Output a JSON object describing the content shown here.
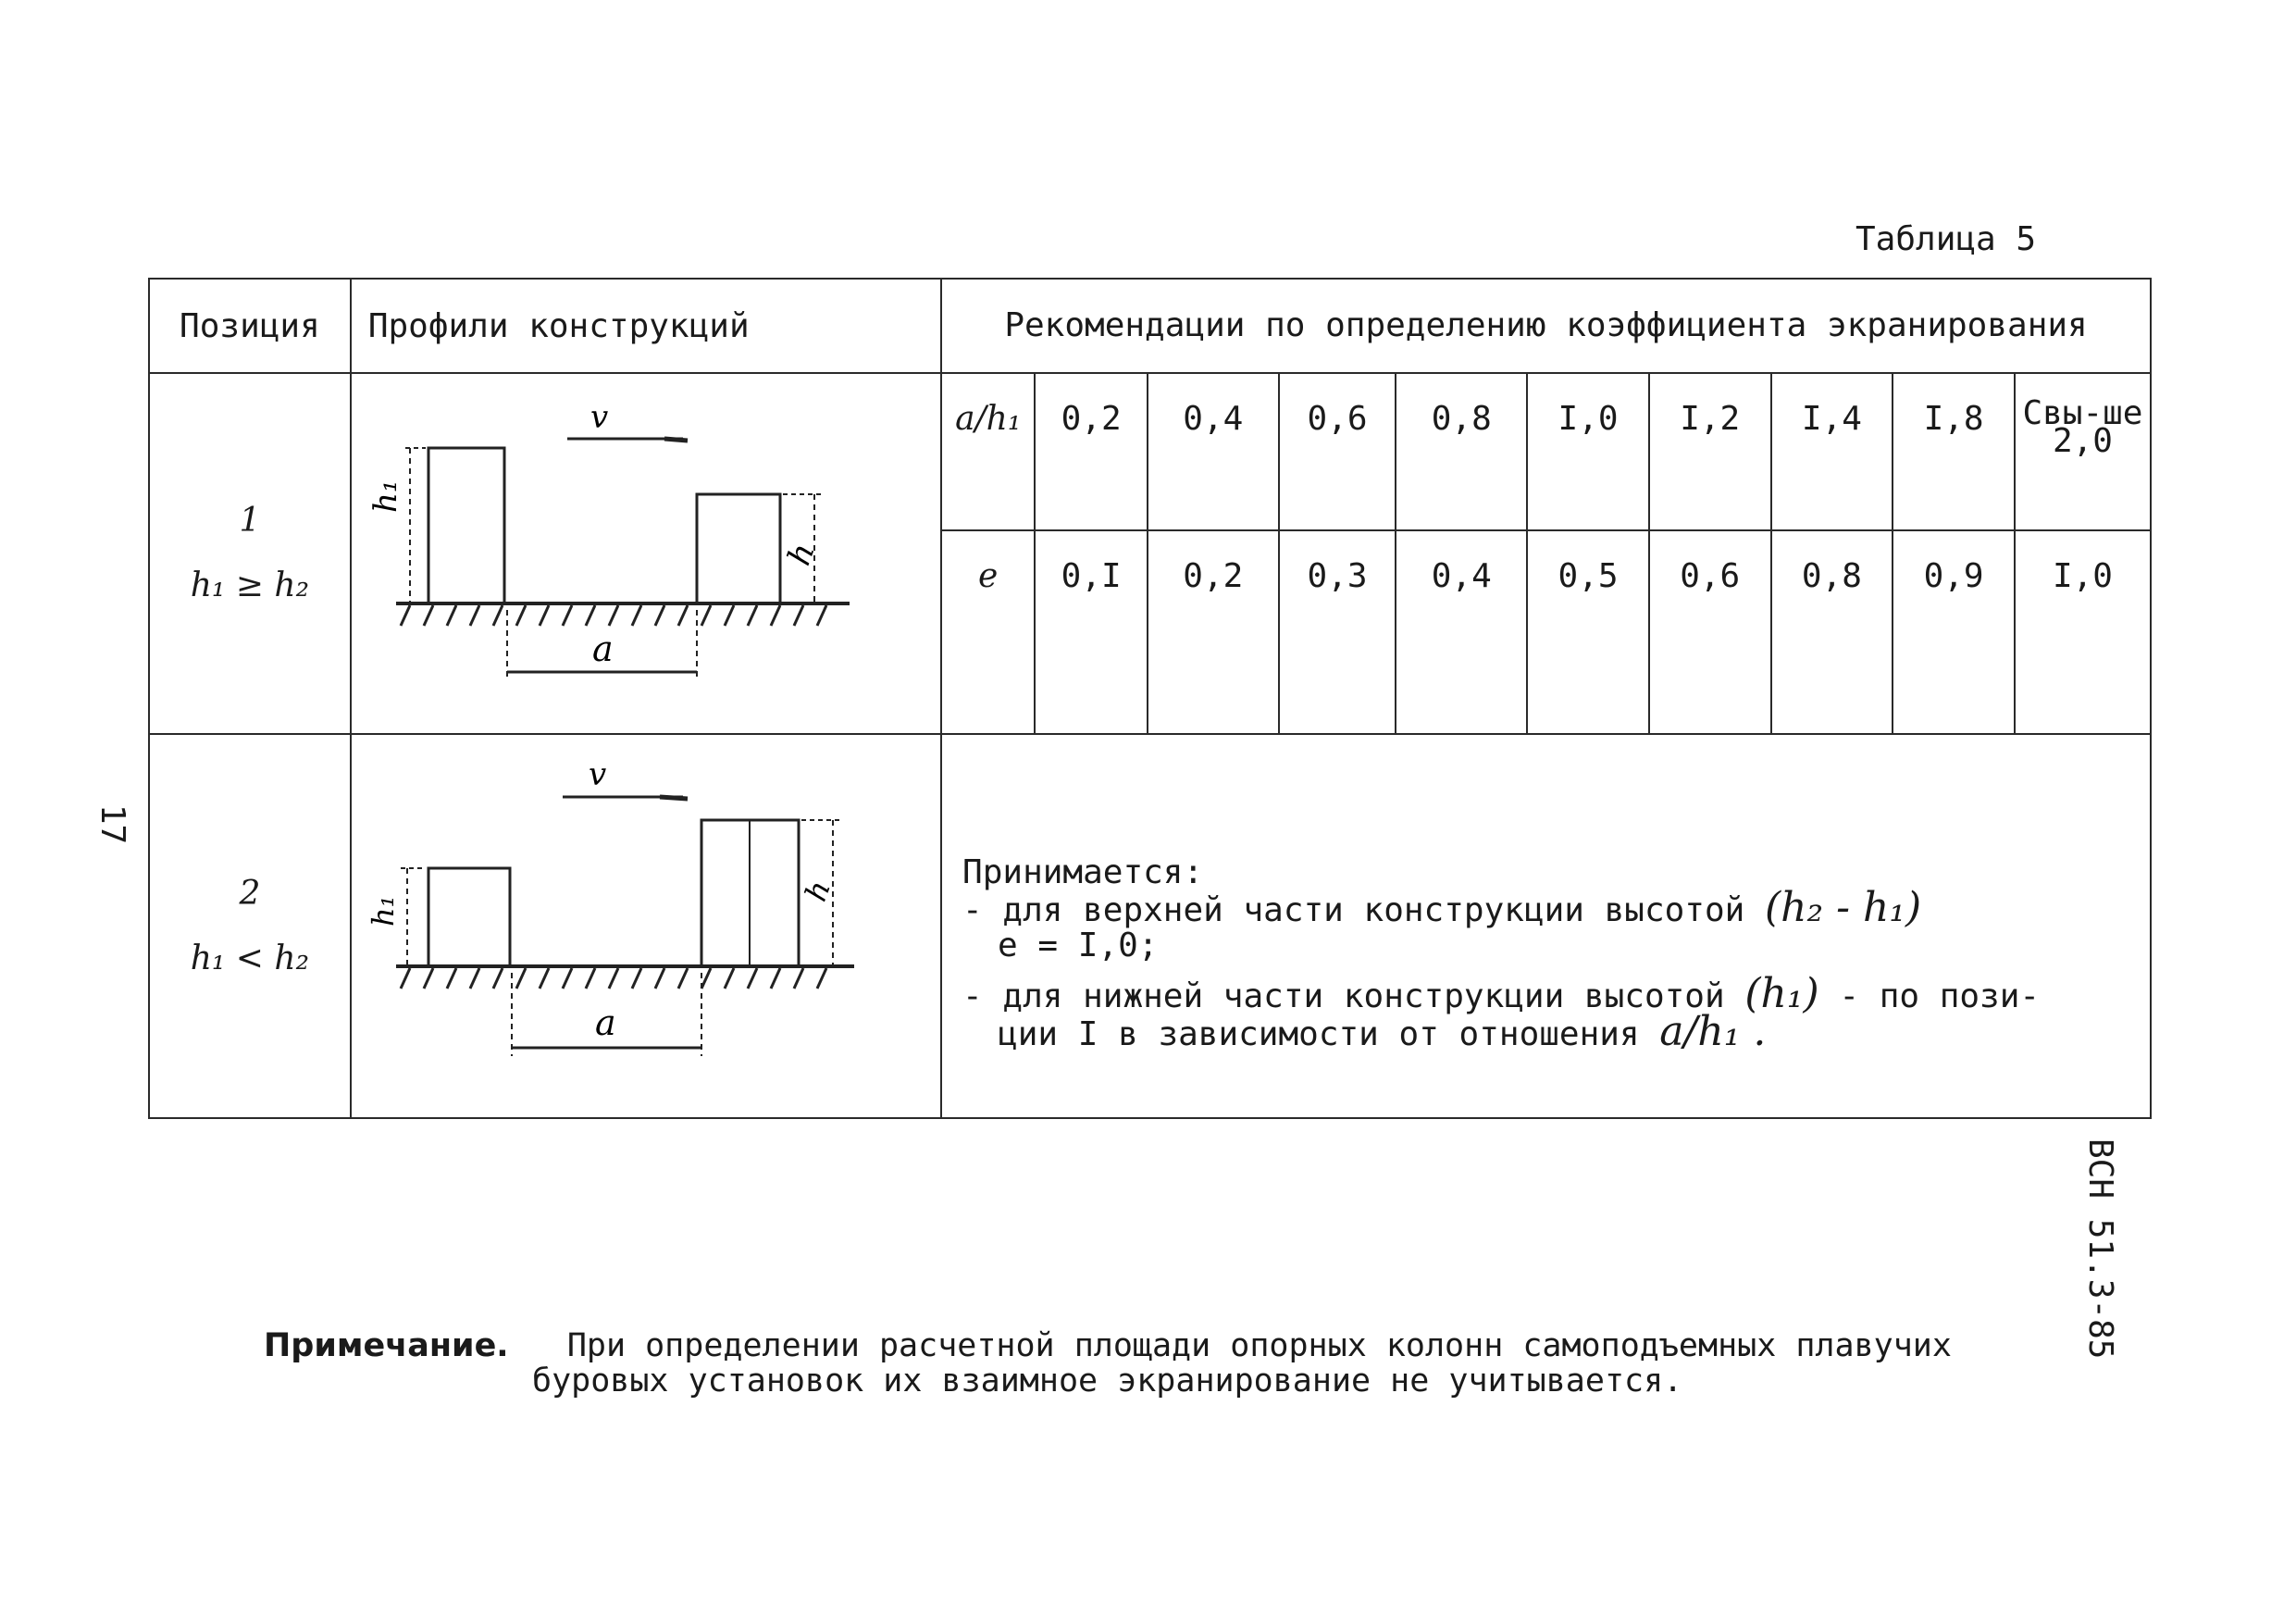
{
  "table_title": "Таблица 5",
  "page_number": "17",
  "doc_code": "ВСН 51.3-85",
  "headers": {
    "position": "Позиция",
    "profiles": "Профили конструкций",
    "recommendations": "Рекомендации по определению коэффициента экранирования"
  },
  "rows": [
    {
      "position_number": "1",
      "condition": "h₁ ≥ h₂",
      "diagram_labels": {
        "velocity": "v",
        "h1": "h₁",
        "h2": "h",
        "a": "a"
      },
      "ratio_label": "a/h₁",
      "ratio_values": [
        "0,2",
        "0,4",
        "0,6",
        "0,8",
        "I,0",
        "I,2",
        "I,4",
        "I,8",
        "Свы-ше 2,0"
      ],
      "coef_label": "e",
      "coef_values": [
        "0,I",
        "0,2",
        "0,3",
        "0,4",
        "0,5",
        "0,6",
        "0,8",
        "0,9",
        "I,0"
      ]
    },
    {
      "position_number": "2",
      "condition": "h₁ < h₂",
      "diagram_labels": {
        "velocity": "v",
        "h1": "h₁",
        "h2": "h",
        "a": "a"
      },
      "rule_intro": "Принимается:",
      "rule_1a": "- для верхней части конструкции высотой",
      "rule_1_expr": "(h₂ - h₁)",
      "rule_1b": "e = I,0;",
      "rule_2a": "- для нижней части конструкции высотой",
      "rule_2_expr": "(h₁)",
      "rule_2b": "- по пози-",
      "rule_2c": "ции I в зависимости от отношения",
      "rule_2_ratio": "a/h₁ ."
    }
  ],
  "note": {
    "label": "Примечание.",
    "line1": "При определении расчетной площади опорных колонн самоподъемных плавучих",
    "line2": "буровых установок их взаимное экранирование не учитывается."
  }
}
